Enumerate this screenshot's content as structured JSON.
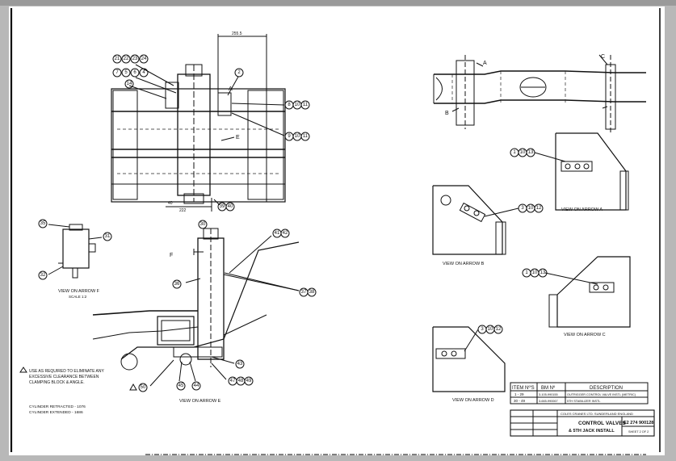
{
  "callouts": {
    "c21": "21",
    "c22": "22",
    "c23": "23",
    "c24": "24",
    "c7": "7",
    "c5": "5",
    "c6": "6",
    "c4": "4",
    "c14": "14",
    "c2": "2",
    "c8_10_11": [
      "8",
      "10",
      "11"
    ],
    "c9_10_11": [
      "9",
      "10",
      "11"
    ],
    "c39_40": [
      "39",
      "40"
    ],
    "c35": "35",
    "c31": "31",
    "c32": "32",
    "c30": "30",
    "c41_42": [
      "41",
      "42"
    ],
    "c36": "36",
    "c37_38": [
      "37",
      "38"
    ],
    "c43": "43",
    "c47_48_49": [
      "47",
      "48",
      "49"
    ],
    "c50": "50",
    "c45": "45",
    "c44": "44",
    "c1_10_13": [
      "1",
      "10",
      "13"
    ],
    "c3_10_12": [
      "3",
      "10",
      "12"
    ],
    "c1_10_13b": [
      "1",
      "10",
      "13"
    ],
    "c3_10_12b": [
      "3",
      "10",
      "12"
    ]
  },
  "labels": {
    "dim_top": "255.5",
    "dim_bottom_a": "40",
    "dim_bottom_b": "222",
    "letter_a": "A",
    "letter_e": "E",
    "letter_f": "F",
    "letter_b": "B",
    "letter_c": "C",
    "letter_a2": "A",
    "view_arrow_a": "VIEW ON ARROW A",
    "view_arrow_b": "VIEW ON ARROW B",
    "view_arrow_c": "VIEW ON ARROW C",
    "view_arrow_d": "VIEW ON ARROW D",
    "view_arrow_e": "VIEW ON ARROW E",
    "view_arrow_f": "VIEW ON ARROW F",
    "scale_note": "SCALE 1:2",
    "note_line1": "USE AS REQUIRED TO ELIMINATE ANY",
    "note_line2": "EXCESSIVE CLEARANCE BETWEEN",
    "note_line3": "CLAMPING BLOCK & ANGLE.",
    "cyl_retracted": "CYLINDER RETRACTED - 1076",
    "cyl_extended": "CYLINDER EXTENDED - 1686"
  },
  "item_table": {
    "headers": [
      "ITEM Nº'S",
      "BM Nº",
      "DESCRIPTION"
    ],
    "rows": [
      [
        "1 - 29",
        "3-105-990155",
        "OUTRIGGER CONTROL VALVE INSTL (METRIC)"
      ],
      [
        "30 - 49",
        "3-665-990067",
        "5TH STABILIZER INSTL"
      ]
    ]
  },
  "title_block": {
    "company": "COLES CRANES LTD.  SUNDERLAND ENGLAND",
    "title_line1": "CONTROL VALVES",
    "title_line2": "& 5TH JACK INSTALL",
    "drawing_no": "E2 274 900128",
    "sheet": "SHEET 2 OF 2"
  },
  "colors": {
    "paper": "#ffffff",
    "ink": "#111111",
    "background": "#b8b8b8"
  }
}
